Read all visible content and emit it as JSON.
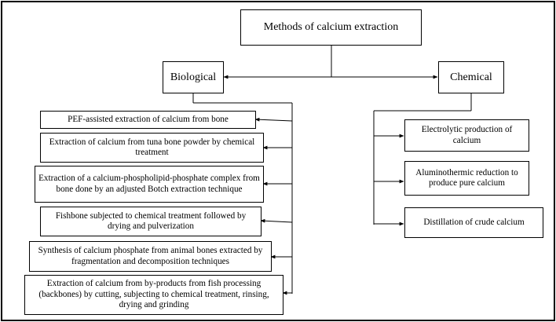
{
  "diagram": {
    "root": "Methods of calcium extraction",
    "biological": {
      "label": "Biological",
      "items": [
        "PEF-assisted extraction of calcium from bone",
        "Extraction of calcium from tuna bone powder by chemical treatment",
        "Extraction of a calcium-phospholipid-phosphate complex from bone done by an adjusted Botch extraction technique",
        "Fishbone subjected to chemical treatment  followed by drying and pulverization",
        "Synthesis of calcium phosphate from animal bones extracted by fragmentation and decomposition techniques",
        "Extraction of calcium from by-products from fish processing (backbones) by cutting, subjecting to chemical treatment, rinsing, drying and grinding"
      ]
    },
    "chemical": {
      "label": "Chemical",
      "items": [
        "Electrolytic production of calcium",
        "Aluminothermic reduction to produce pure calcium",
        "Distillation of crude calcium"
      ]
    }
  }
}
